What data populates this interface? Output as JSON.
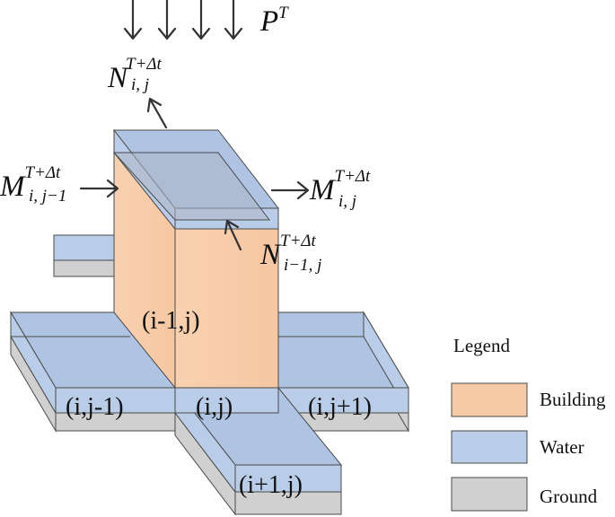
{
  "colors": {
    "building": "#f7caa6",
    "water": "#b9cde8",
    "water_top": "#aec4e2",
    "ground": "#d0d0d0",
    "ground_dark": "#bcbcbc"
  },
  "legend": {
    "title": "Legend",
    "items": [
      {
        "label": "Building",
        "color": "#f7caa6"
      },
      {
        "label": "Water",
        "color": "#b9cde8"
      },
      {
        "label": "Ground",
        "color": "#d0d0d0"
      }
    ]
  },
  "cells": {
    "center": "(i,j)",
    "left": "(i,j-1)",
    "right": "(i,j+1)",
    "below": "(i+1,j)",
    "building": "(i-1,j)"
  },
  "fluxes": {
    "precip": {
      "main": "P",
      "sup": "T"
    },
    "n_top": {
      "main": "N",
      "sup": "T+Δt",
      "sub": "i, j"
    },
    "m_left": {
      "main": "M",
      "sup": "T+Δt",
      "sub": "i, j−1"
    },
    "m_right": {
      "main": "M",
      "sup": "T+Δt",
      "sub": "i, j"
    },
    "n_inner": {
      "main": "N",
      "sup": "T+Δt",
      "sub": "i−1, j"
    }
  }
}
